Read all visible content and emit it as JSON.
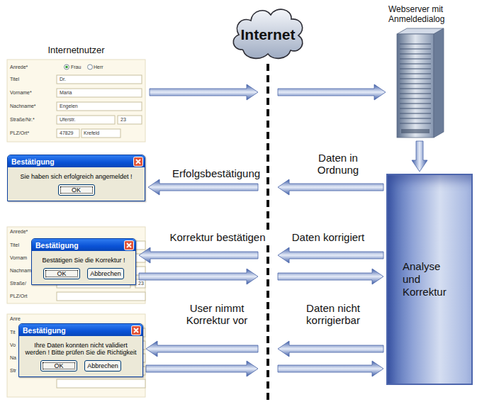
{
  "diagram": {
    "nodes": [
      {
        "text": [
          "Internetnutzer"
        ]
      },
      {
        "text": [
          "Internet"
        ]
      },
      {
        "text": [
          "Webserver mit Anmeldedialog"
        ]
      },
      {
        "text": [
          "Bestätigung",
          "Sie haben sich erfolgreich angemeldet !",
          "OK"
        ]
      },
      {
        "text": [
          "Bestätigung",
          "Bestätigen Sie die Korrektur !",
          "OK",
          "Abbrechen"
        ]
      },
      {
        "text": [
          "Analyse und Korrektur"
        ]
      },
      {
        "text": [
          "Bestätigung",
          "Ihre Daten konnten nicht validiert werden ! Bitte prüfen Sie die Richtigkeit",
          "OK",
          "Abbrechen"
        ]
      }
    ],
    "edges": [
      {
        "from": 0,
        "to": 2,
        "arrow": "to"
      },
      {
        "from": 2,
        "to": 5,
        "arrow": "to"
      },
      {
        "from": 5,
        "to": 3,
        "label": "Daten in Ordnung",
        "arrow": "to"
      },
      {
        "from": 5,
        "to": 4,
        "label": "Daten korrigiert",
        "arrow": "to"
      },
      {
        "from": 4,
        "to": 5,
        "arrow": "to"
      },
      {
        "from": 5,
        "to": 6,
        "label": "Daten nicht korrigierbar",
        "arrow": "to"
      },
      {
        "from": 6,
        "to": 5,
        "arrow": "to"
      }
    ],
    "labels": [
      "Erfolgsbestätigung",
      "Korrektur bestätigen",
      "User nimmt Korrektur vor",
      "Anrede*",
      "Frau",
      "Herr",
      "Titel",
      "Dr.",
      "Vorname*",
      "Maria",
      "Nachname*",
      "Engelen",
      "Straße/Nr.*",
      "Uferstr.",
      "23",
      "PLZ/Ort*",
      "47829",
      "Krefeld",
      "Anrede*",
      "Titel",
      "Vornam",
      "Nachnam",
      "Straße/",
      "PLZ/Ort",
      "23",
      "Anre",
      "Tit",
      "Vo",
      "Na",
      "Str"
    ]
  }
}
